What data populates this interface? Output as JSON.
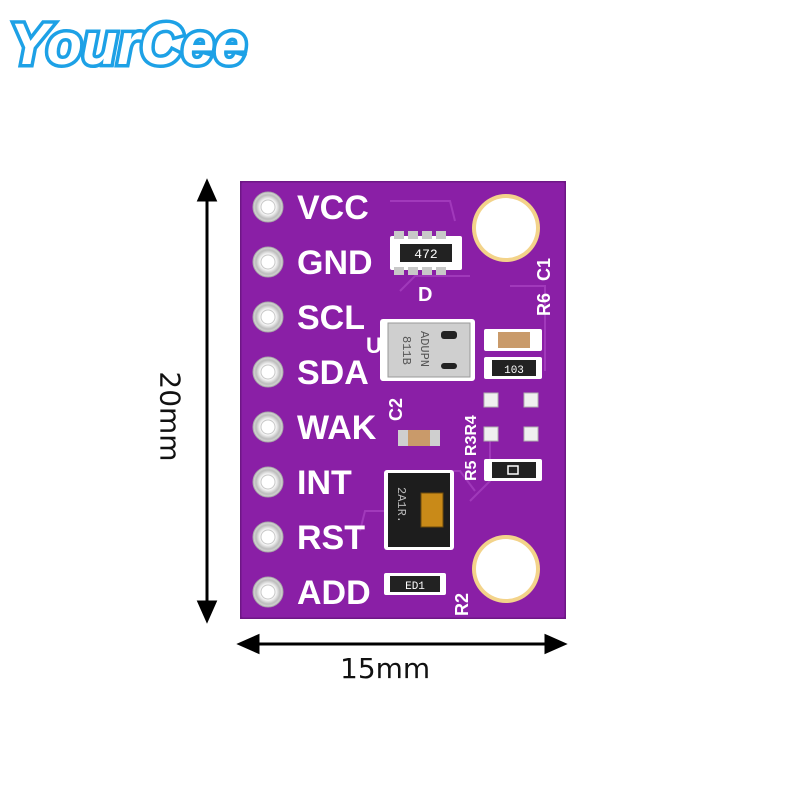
{
  "brand": {
    "logo_text": "YourCee",
    "color": "#1da1e6"
  },
  "dimensions": {
    "width_label": "15mm",
    "height_label": "20mm"
  },
  "board": {
    "color": "#8a1fa6",
    "pins": [
      "VCC",
      "GND",
      "SCL",
      "SDA",
      "WAK",
      "INT",
      "RST",
      "ADD"
    ],
    "silkscreen": {
      "u_label": "U",
      "d_label": "D",
      "c1": "C1",
      "c2": "C2",
      "r2": "R2",
      "r6": "R6",
      "r5_r3_r4": "R5 R3R4",
      "resistor_array_code": "472",
      "resistor_code": "103",
      "small_chip_code": "ED1",
      "ccs_chip_text": [
        "811B",
        "ADUPN"
      ],
      "hdc_chip_text": "2A1R."
    }
  }
}
